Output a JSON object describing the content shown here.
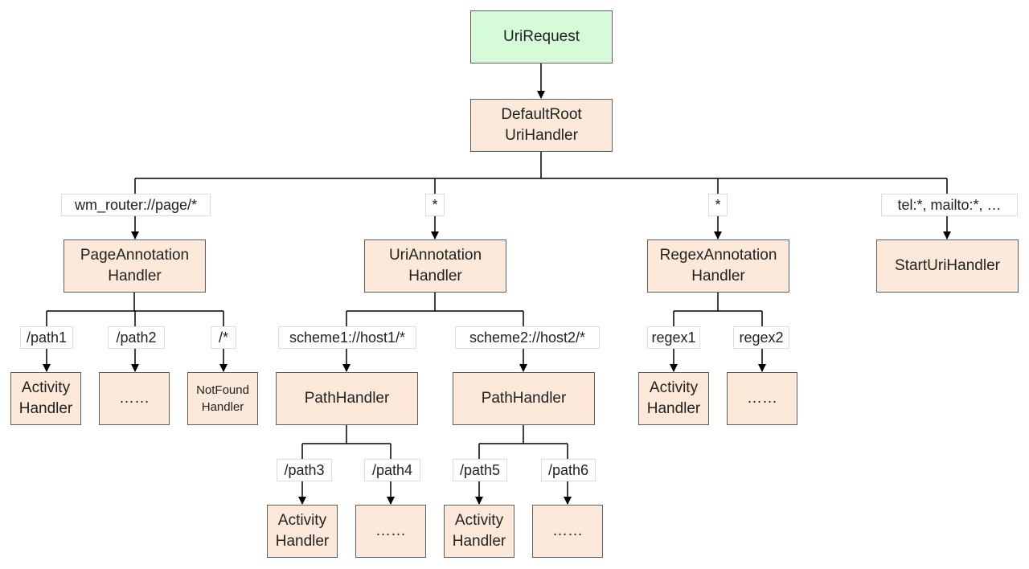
{
  "colors": {
    "root_fill": "#d6fbd8",
    "node_fill": "#fde9d9",
    "node_border": "#5f5f5f",
    "label_border": "#dcdcdc",
    "line": "#000000"
  },
  "nodes": {
    "uri_request": "UriRequest",
    "default_root": "DefaultRoot\nUriHandler",
    "page_annotation": "PageAnnotation\nHandler",
    "uri_annotation": "UriAnnotation\nHandler",
    "regex_annotation": "RegexAnnotation\nHandler",
    "start_uri": "StartUriHandler",
    "page_activity": "Activity\nHandler",
    "page_more": "……",
    "page_notfound": "NotFound\nHandler",
    "path_handler_1": "PathHandler",
    "path_handler_2": "PathHandler",
    "regex_activity": "Activity\nHandler",
    "regex_more": "……",
    "path1_activity": "Activity\nHandler",
    "path1_more": "……",
    "path2_activity": "Activity\nHandler",
    "path2_more": "……"
  },
  "labels": {
    "wm_router": "wm_router://page/*",
    "star_uri": "*",
    "star_regex": "*",
    "tel_mailto": "tel:*, mailto:*, …",
    "path1": "/path1",
    "path2": "/path2",
    "path_star": "/*",
    "scheme1": "scheme1://host1/*",
    "scheme2": "scheme2://host2/*",
    "regex1": "regex1",
    "regex2": "regex2",
    "path3": "/path3",
    "path4": "/path4",
    "path5": "/path5",
    "path6": "/path6"
  }
}
